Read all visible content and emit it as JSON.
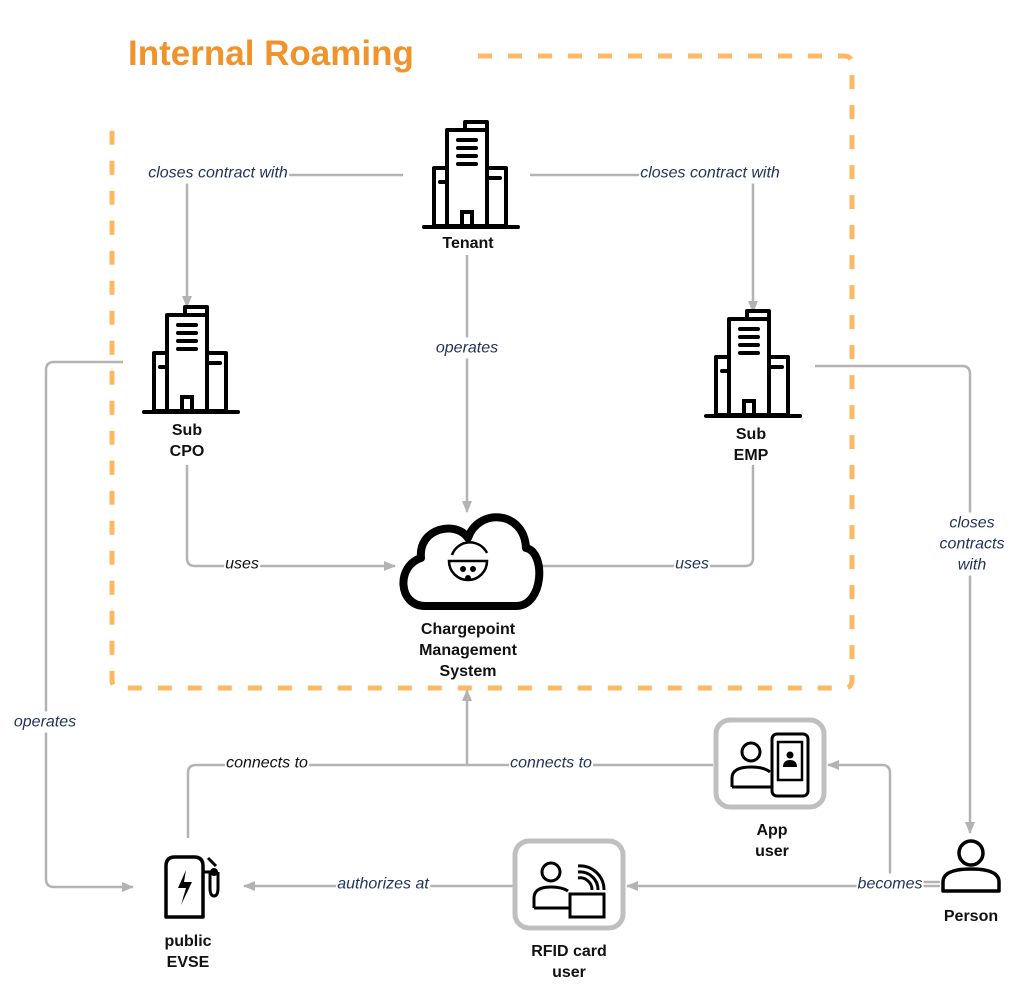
{
  "title": "Internal Roaming",
  "colors": {
    "boundary": "#fdb863",
    "title": "#f0932b",
    "edge": "#b3b3b3",
    "edge_label": "#23345c",
    "icon": "#000000",
    "icon_frame": "#bfbfbf"
  },
  "nodes": {
    "tenant": {
      "label": "Tenant",
      "icon": "office-building-icon"
    },
    "sub_cpo": {
      "label": "Sub\nCPO",
      "icon": "office-building-icon"
    },
    "sub_emp": {
      "label": "Sub\nEMP",
      "icon": "office-building-icon"
    },
    "cms": {
      "label": "Chargepoint\nManagement\nSystem",
      "icon": "cloud-socket-icon"
    },
    "app_user": {
      "label": "App\nuser",
      "icon": "person-phone-icon"
    },
    "rfid_user": {
      "label": "RFID card\nuser",
      "icon": "person-rfid-card-icon"
    },
    "evse": {
      "label": "public\nEVSE",
      "icon": "charging-station-icon"
    },
    "person": {
      "label": "Person",
      "icon": "person-icon"
    }
  },
  "edges": {
    "tenant_cpo": "closes contract with",
    "tenant_emp": "closes contract with",
    "tenant_cms": "operates",
    "cpo_cms": "uses",
    "emp_cms": "uses",
    "emp_person": "closes\ncontracts\nwith",
    "cpo_evse": "operates",
    "evse_cms": "connects to",
    "app_cms": "connects to",
    "rfid_evse": "authorizes at",
    "person_users": "becomes"
  }
}
